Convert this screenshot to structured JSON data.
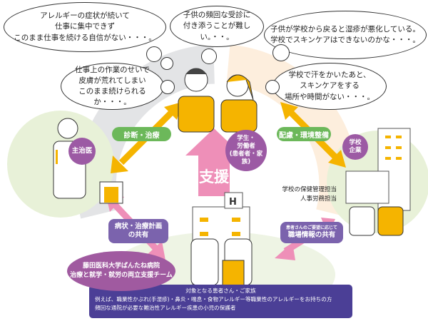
{
  "thoughts": [
    "アレルギーの症状が続いて\n仕事に集中できず\nこのまま仕事を続ける自信がない・・・。",
    "子供の頻回な受診に\n付き添うことが難しい。・・。",
    "子供が学校から戻ると湿疹が悪化している。\n学校でスキンケアはできないのかな・・・。",
    "仕事上の作業のせいで\n皮膚が荒れてしまい\nこのまま続けられるか・・・。",
    "学校で汗をかいたあと、\nスキンケアをする\n場所や時間がない・・・。"
  ],
  "labels": {
    "diagnosis": "診断・治療",
    "consideration": "配慮・環境整備",
    "doctor": "主治医",
    "patient": "学生・\n労働者\n(患者者・家族)",
    "school": "学校\n企業",
    "support": "支援",
    "share_plan": "病状・治療計画\nの共有",
    "share_work_small": "患者さんのご要望に応じて",
    "share_work": "職場情報の共有",
    "staff": "学校の保健管理担当\n人事労務担当",
    "team": "藤田医科大学ばんたね病院\n治療と就学・就労の両立支援チーム"
  },
  "target": {
    "title": "対象となる患者さん・ご家族",
    "line1": "例えば、職業性かぶれ(手湿疹)・鼻炎・喘息・食物アレルギー等職業性のアレルギーをお持ちの方",
    "line2": "頻回な通院が必要な難治性アレルギー疾患の小児の保護者"
  },
  "colors": {
    "orange": "#f5b400",
    "green": "#6cb85a",
    "purple": "#9c5aa4",
    "pink": "#ee8fb8",
    "navy": "#4b3f96",
    "lightgreen": "#e8f1d8"
  }
}
